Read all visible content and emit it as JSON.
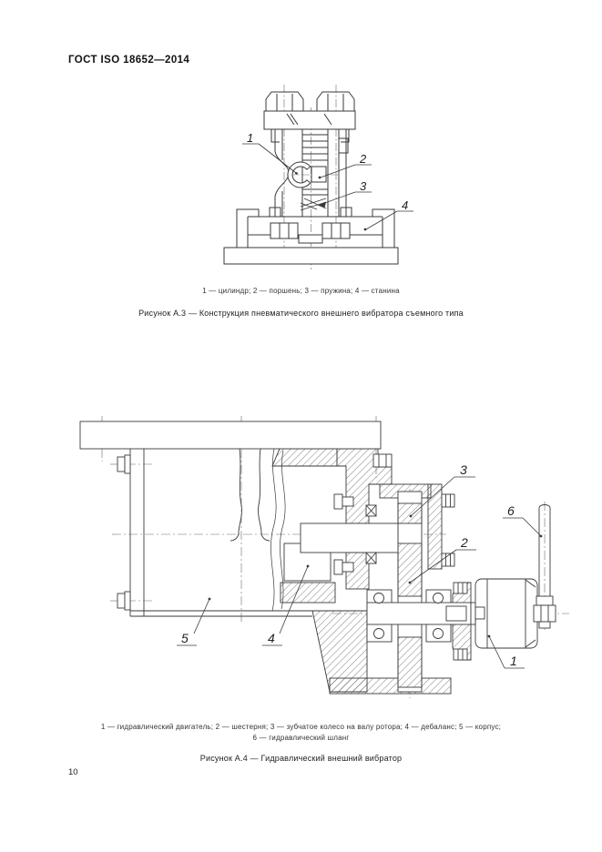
{
  "page": {
    "header": "ГОСТ  ISO 18652—2014",
    "page_number": "10"
  },
  "figure_a3": {
    "part_labels": {
      "cylinder": "1",
      "piston": "2",
      "spring": "3",
      "frame": "4"
    },
    "legend": "1 — цилиндр; 2 — поршень; 3 — пружина; 4 — станина",
    "caption": "Рисунок  А.3 — Конструкция пневматического внешнего вибратора съемного типа"
  },
  "figure_a4": {
    "part_labels": {
      "hydraulic_motor": "1",
      "pinion": "2",
      "rotor_gear": "3",
      "unbalance": "4",
      "housing": "5",
      "hose": "6"
    },
    "legend_line1": "1 — гидравлический двигатель; 2 — шестерня; 3 — зубчатое колесо на валу ротора; 4 — дебаланс; 5 — корпус;",
    "legend_line2": "6 — гидравлический шланг",
    "caption": "Рисунок А.4 — Гидравлический внешний вибратор"
  }
}
